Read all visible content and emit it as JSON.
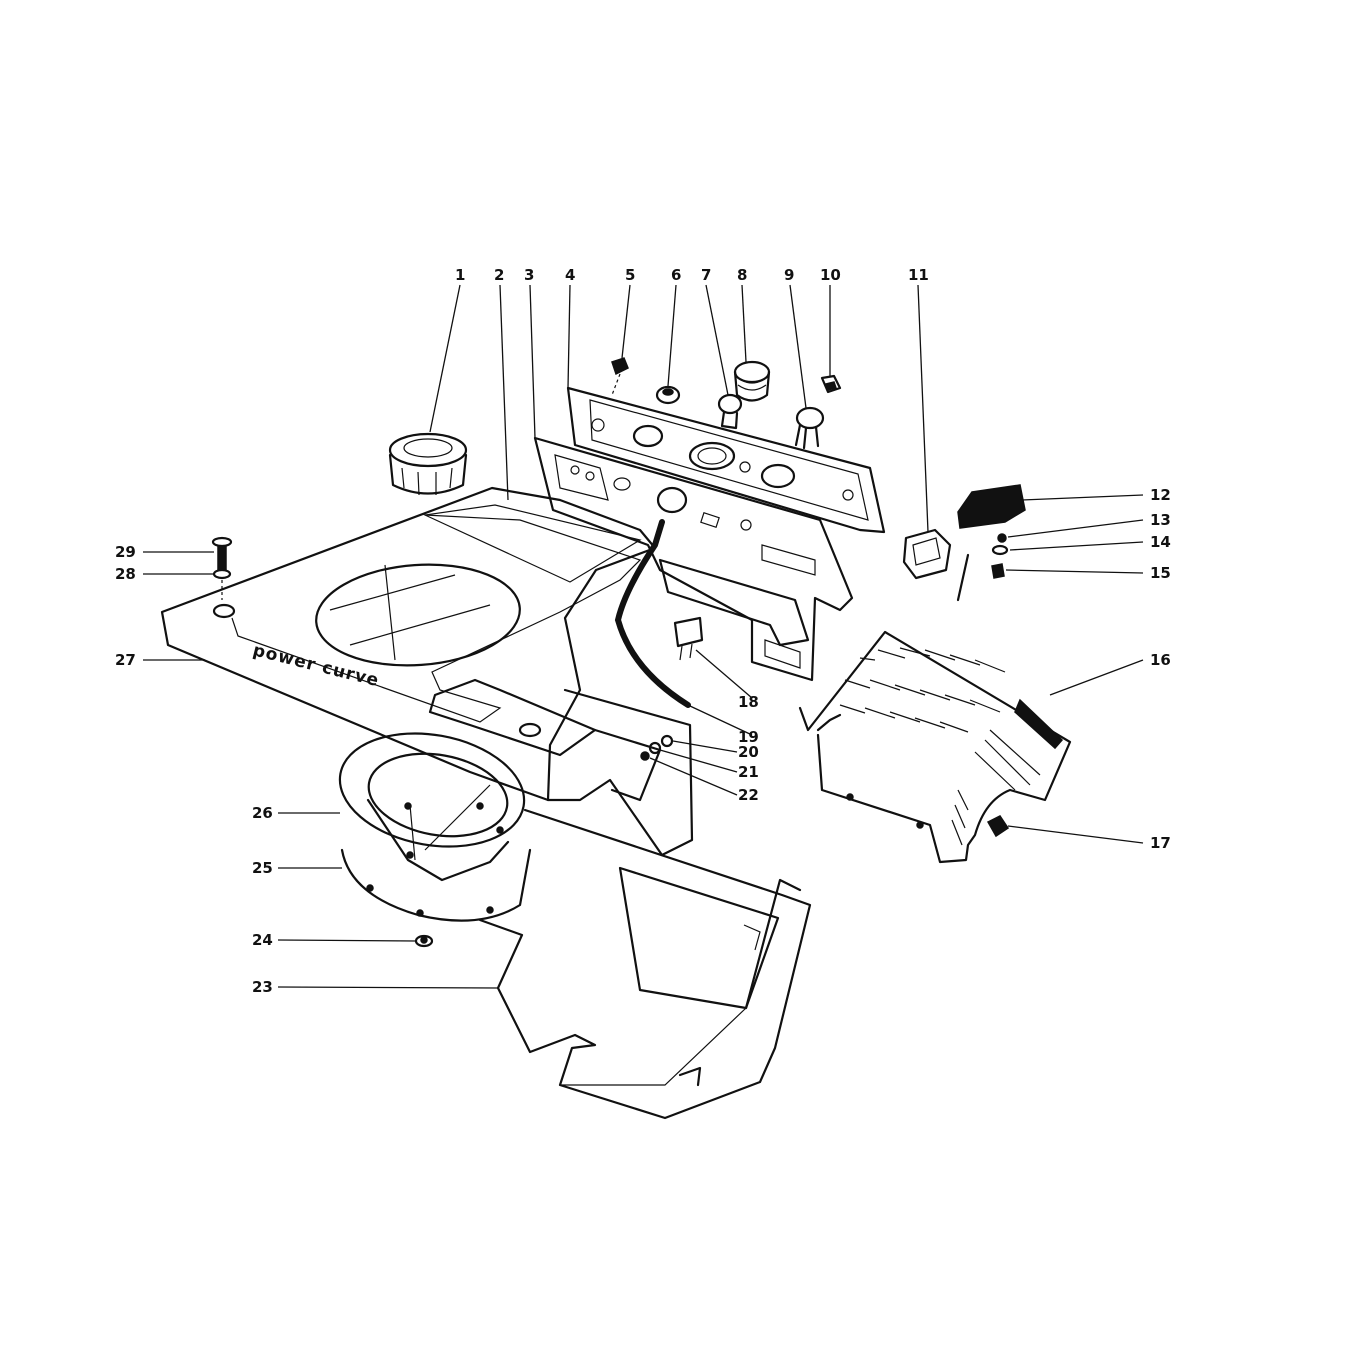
{
  "diagram": {
    "brand_text": "power curve",
    "callouts": [
      {
        "n": "1"
      },
      {
        "n": "2"
      },
      {
        "n": "3"
      },
      {
        "n": "4"
      },
      {
        "n": "5"
      },
      {
        "n": "6"
      },
      {
        "n": "7"
      },
      {
        "n": "8"
      },
      {
        "n": "9"
      },
      {
        "n": "10"
      },
      {
        "n": "11"
      },
      {
        "n": "12"
      },
      {
        "n": "13"
      },
      {
        "n": "14"
      },
      {
        "n": "15"
      },
      {
        "n": "16"
      },
      {
        "n": "17"
      },
      {
        "n": "18"
      },
      {
        "n": "19"
      },
      {
        "n": "20"
      },
      {
        "n": "21"
      },
      {
        "n": "22"
      },
      {
        "n": "23"
      },
      {
        "n": "24"
      },
      {
        "n": "25"
      },
      {
        "n": "26"
      },
      {
        "n": "27"
      },
      {
        "n": "28"
      },
      {
        "n": "29"
      }
    ]
  }
}
